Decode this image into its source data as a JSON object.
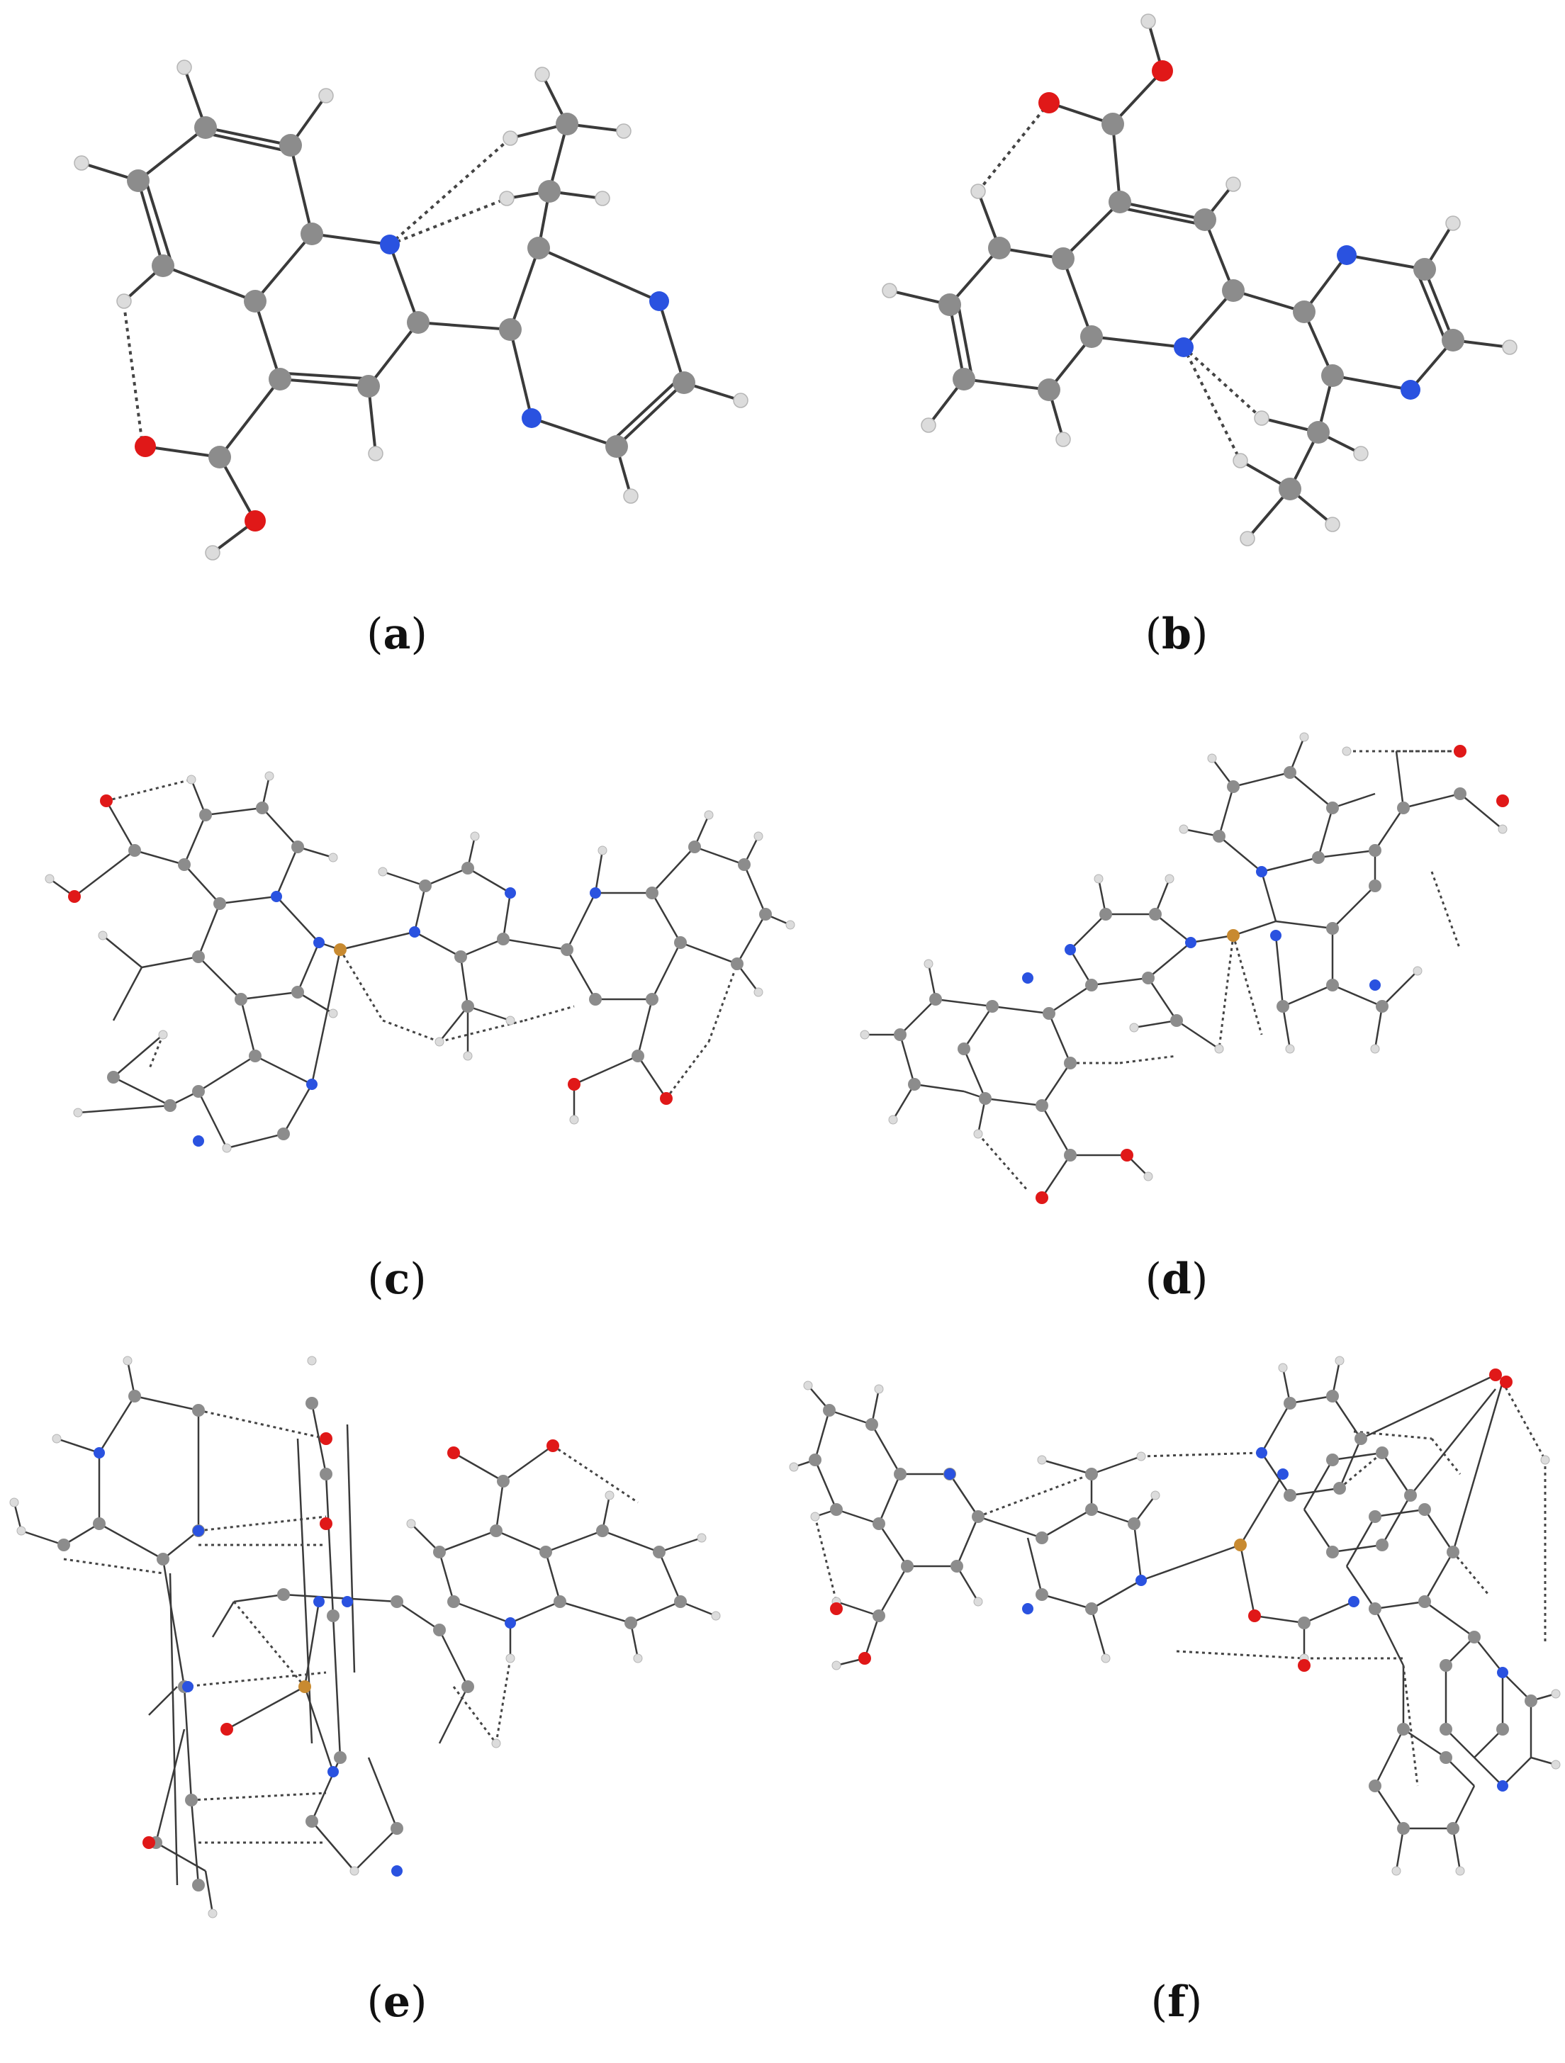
{
  "colors": {
    "background": "#ffffff",
    "bond": "#3a3a3a",
    "hbond": "#444444",
    "carbon": "#8c8c8c",
    "hydrogen": "#dcdcdc",
    "nitrogen": "#2a52e0",
    "oxygen": "#e01818",
    "metal": "#c88a30"
  },
  "panels": [
    {
      "id": "a",
      "label": "a"
    },
    {
      "id": "b",
      "label": "b"
    },
    {
      "id": "c",
      "label": "c"
    },
    {
      "id": "d",
      "label": "d"
    },
    {
      "id": "e",
      "label": "e"
    },
    {
      "id": "f",
      "label": "f"
    }
  ]
}
